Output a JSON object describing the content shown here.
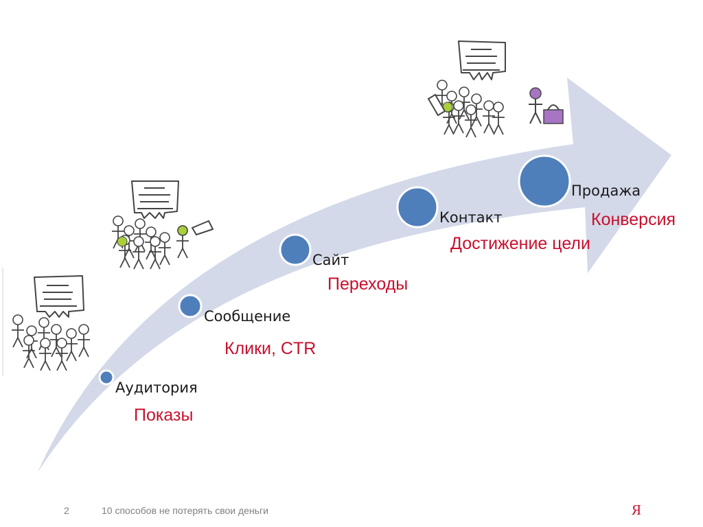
{
  "stages": [
    {
      "name": "Аудитория",
      "metric": "Показы"
    },
    {
      "name": "Сообщение",
      "metric": "Клики, CTR"
    },
    {
      "name": "Сайт",
      "metric": "Переходы"
    },
    {
      "name": "Контакт",
      "metric": "Достижение цели"
    },
    {
      "name": "Продажа",
      "metric": "Конверсия"
    }
  ],
  "footer": {
    "page_number": "2",
    "title": "10 способов не потерять свои деньги",
    "brand_logo": "Я"
  },
  "colors": {
    "arrow": "#d3d9e8",
    "node_fill": "#4f7fbb",
    "node_stroke": "#ffffff",
    "metric_text": "#c8102e",
    "highlight_green": "#a9cf3a",
    "highlight_purple": "#a775c4"
  },
  "icons": [
    "crowd-with-sign-icon",
    "crowd-with-sign-icon",
    "crowd-with-sign-icon",
    "buyer-with-bag-icon"
  ]
}
